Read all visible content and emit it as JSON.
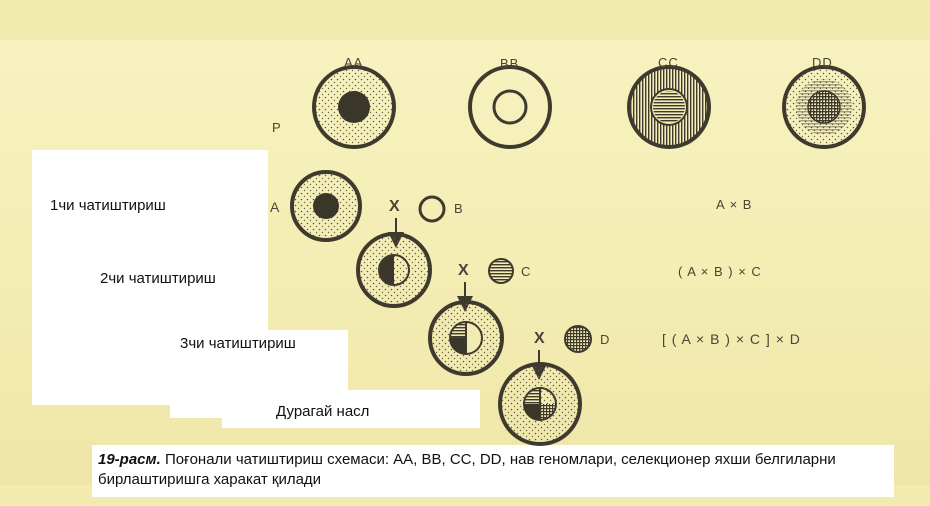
{
  "parents": {
    "row_label": "P",
    "genomes": [
      "AA",
      "BB",
      "CC",
      "DD"
    ]
  },
  "crosses": {
    "first": {
      "label": "1чи чатиштириш",
      "left": "A",
      "symbol": "X",
      "right": "B",
      "formula": "A × B"
    },
    "second": {
      "label": "2чи чатиштириш",
      "symbol": "X",
      "right": "C",
      "formula": "( A × B ) × C"
    },
    "third": {
      "label": "3чи чатиштириш",
      "symbol": "X",
      "right": "D",
      "formula": "[ ( A × B ) × C ] × D"
    }
  },
  "offspring_label": "Дурагай насл",
  "caption": {
    "number": "19-расм.",
    "text": "Поғонали чатиштириш схемаси: АА, ВВ, СС, DD, нав геномлари, селекционер яхши белгиларни бирлаштиришга харакат қилади"
  },
  "colors": {
    "paper": "#f1ebb0",
    "ink": "#3f3a2e",
    "label_background": "#ffffff"
  }
}
